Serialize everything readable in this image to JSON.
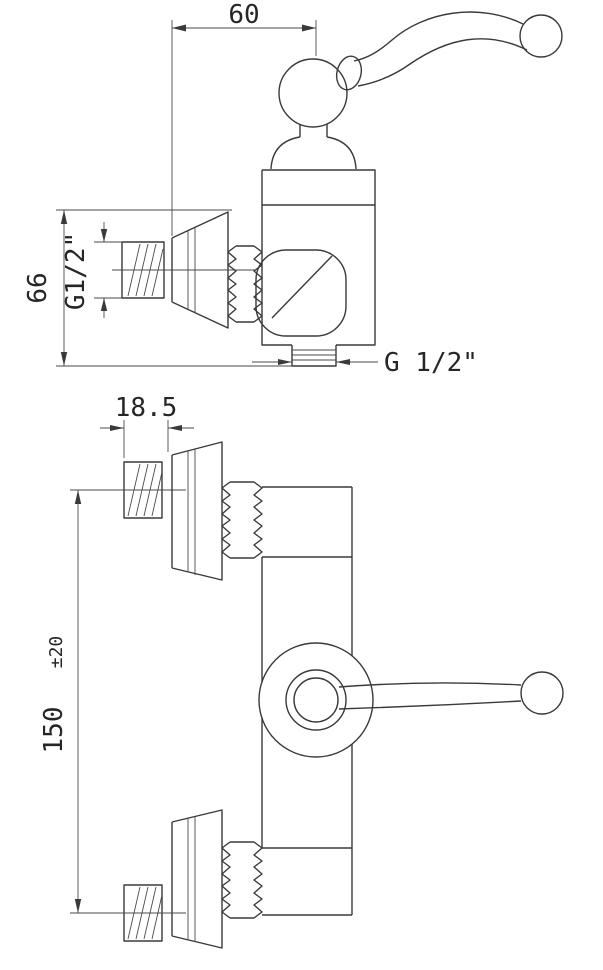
{
  "page": {
    "background": "#ffffff",
    "line_color": "#3a3a3a"
  },
  "top_view": {
    "dim_width": "60",
    "dim_height": "66",
    "thread_inlet_label": "G1/2\"",
    "thread_outlet_label": "G 1/2\""
  },
  "front_view": {
    "dim_offset": "18.5",
    "dim_spacing_value": "150",
    "dim_spacing_tolerance": "±20"
  }
}
